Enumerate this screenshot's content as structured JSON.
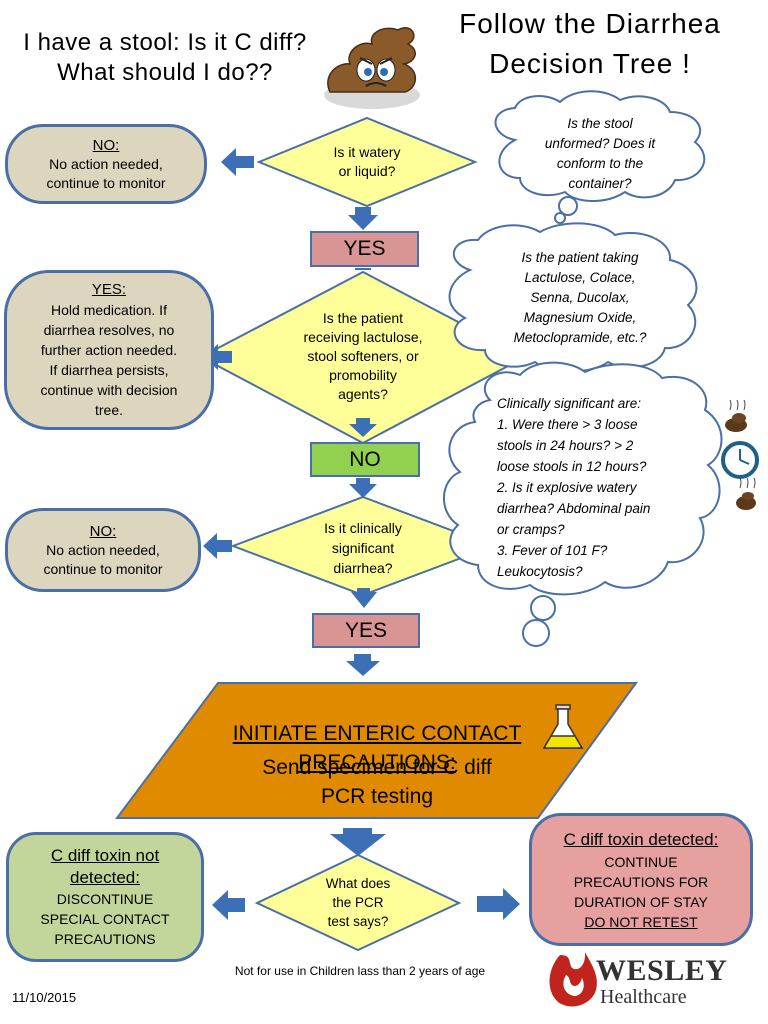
{
  "title": {
    "left": "I have a stool: Is it C diff?\nWhat should I do??",
    "right": "Follow the Diarrhea\nDecision Tree !"
  },
  "q1": {
    "text": "Is it  watery\nor liquid?"
  },
  "q1_no": {
    "head": "NO:",
    "body": "No action needed,\ncontinue to monitor"
  },
  "cloud1": {
    "text": "Is the stool\nunformed? Does it\nconform to the\ncontainer?"
  },
  "yes1": {
    "label": "YES"
  },
  "q2": {
    "text": "Is the patient\nreceiving lactulose,\nstool softeners, or\npromobility\nagents?"
  },
  "q2_yes": {
    "head": "YES:",
    "body": "Hold medication. If\ndiarrhea resolves, no\nfurther action needed.\nIf diarrhea persists,\ncontinue with decision\ntree."
  },
  "cloud2": {
    "text": "Is the patient taking\nLactulose, Colace,\nSenna, Ducolax,\nMagnesium Oxide,\nMetoclopramide, etc.?"
  },
  "no_label": {
    "label": "NO"
  },
  "q3": {
    "text": "Is it clinically\nsignificant\ndiarrhea?"
  },
  "q3_no": {
    "head": "NO:",
    "body": "No action needed,\ncontinue to monitor"
  },
  "cloud3": {
    "text": "Clinically significant are:\n    1. Were there > 3 loose\n    stools in 24 hours? > 2\n    loose stools in 12 hours?\n2. Is it explosive watery\ndiarrhea? Abdominal pain\nor cramps?\n3. Fever of 101 F?\nLeukocytosis?"
  },
  "yes2": {
    "label": "YES"
  },
  "action": {
    "head": "INITIATE ENTERIC CONTACT\nPRECAUTIONS:",
    "body": "Send specimen for C diff\nPCR testing"
  },
  "q4": {
    "text": "What does\nthe  PCR\ntest says?"
  },
  "not_detected": {
    "head": "C diff toxin not\ndetected:",
    "body": "DISCONTINUE\nSPECIAL CONTACT\nPRECAUTIONS"
  },
  "detected": {
    "head": "C diff toxin detected:",
    "body": "CONTINUE\nPRECAUTIONS FOR\nDURATION OF STAY",
    "note": "DO NOT RETEST"
  },
  "footer": {
    "note": "Not for use in Children lass than 2  years of age",
    "date": "11/10/2015",
    "logo_main": "WESLEY",
    "logo_sub": "Healthcare"
  },
  "colors": {
    "diamond_fill": "#ffff99",
    "diamond_stroke": "#4a6fa8",
    "arrow": "#3d6fb6",
    "beige": "#dcd6bf",
    "green_box": "#c2d69b",
    "pink_box": "#e6a0a0",
    "no_label": "#92d050",
    "yes_label": "#d99594",
    "action_fill": "#e08a00",
    "logo_red": "#c0241c"
  },
  "icons": [
    "stool-character-icon",
    "flask-icon",
    "stool-icon",
    "clock-icon"
  ]
}
